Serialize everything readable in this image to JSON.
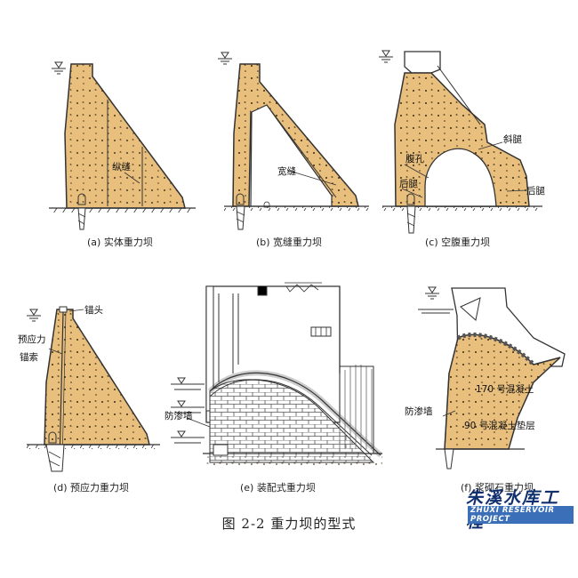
{
  "panels": {
    "a": {
      "caption": "(a) 实体重力坝",
      "label_joint": "纵缝"
    },
    "b": {
      "caption": "(b) 宽缝重力坝",
      "label_joint": "宽缝"
    },
    "c": {
      "caption": "(c) 空腹重力坝",
      "label_hollow": "腹孔",
      "label_oblique_leg": "斜腿",
      "label_rear_leg_left": "后腿",
      "label_rear_leg_right": "后腿"
    },
    "d": {
      "caption": "(d) 预应力重力坝",
      "label_anchor_head": "锚头",
      "label_prestress_1": "预应力",
      "label_prestress_2": "锚索"
    },
    "e": {
      "caption": "(e) 装配式重力坝",
      "label_cutoff_wall": "防渗墙"
    },
    "f": {
      "caption": "(f) 浆砌石重力坝",
      "label_cutoff_wall": "防渗墙",
      "label_concrete_170": "170 号混凝土",
      "label_concrete_90": "90 号混凝土垫层"
    }
  },
  "figure_title": "图 2-2   重力坝的型式",
  "watermark": {
    "cn": "朱溪水库工程",
    "en": "ZHUXI RESERVOIR PROJECT"
  },
  "colors": {
    "fill": "#e9bf7e",
    "line": "#333333"
  }
}
